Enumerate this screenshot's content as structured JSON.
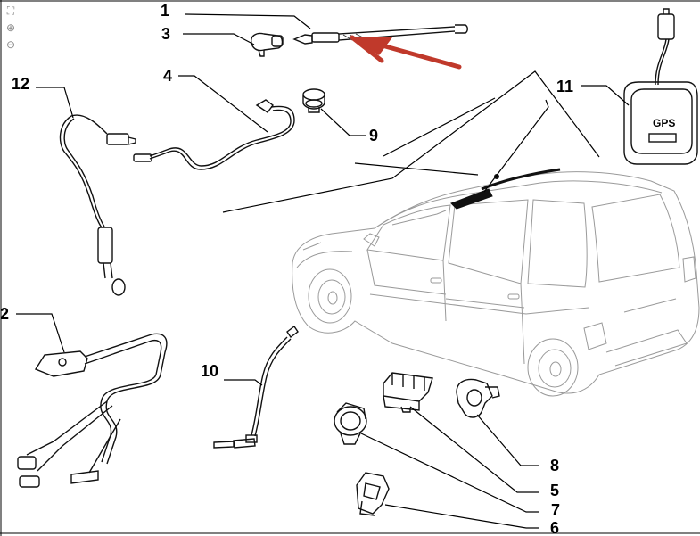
{
  "viewer": {
    "tools": [
      {
        "name": "fit-page-icon",
        "glyph": "⛶"
      },
      {
        "name": "zoom-in-icon",
        "glyph": "⊕"
      },
      {
        "name": "zoom-out-icon",
        "glyph": "⊖"
      }
    ]
  },
  "callouts": {
    "c1": "1",
    "c2": "2",
    "c3": "3",
    "c4": "4",
    "c5": "5",
    "c6": "6",
    "c7": "7",
    "c8": "8",
    "c9": "9",
    "c10": "10",
    "c11": "11",
    "c12": "12"
  },
  "gps_label": "GPS",
  "colors": {
    "highlight_arrow": "#c0392b",
    "line": "#111111",
    "car_outline": "#9a9a9a"
  }
}
